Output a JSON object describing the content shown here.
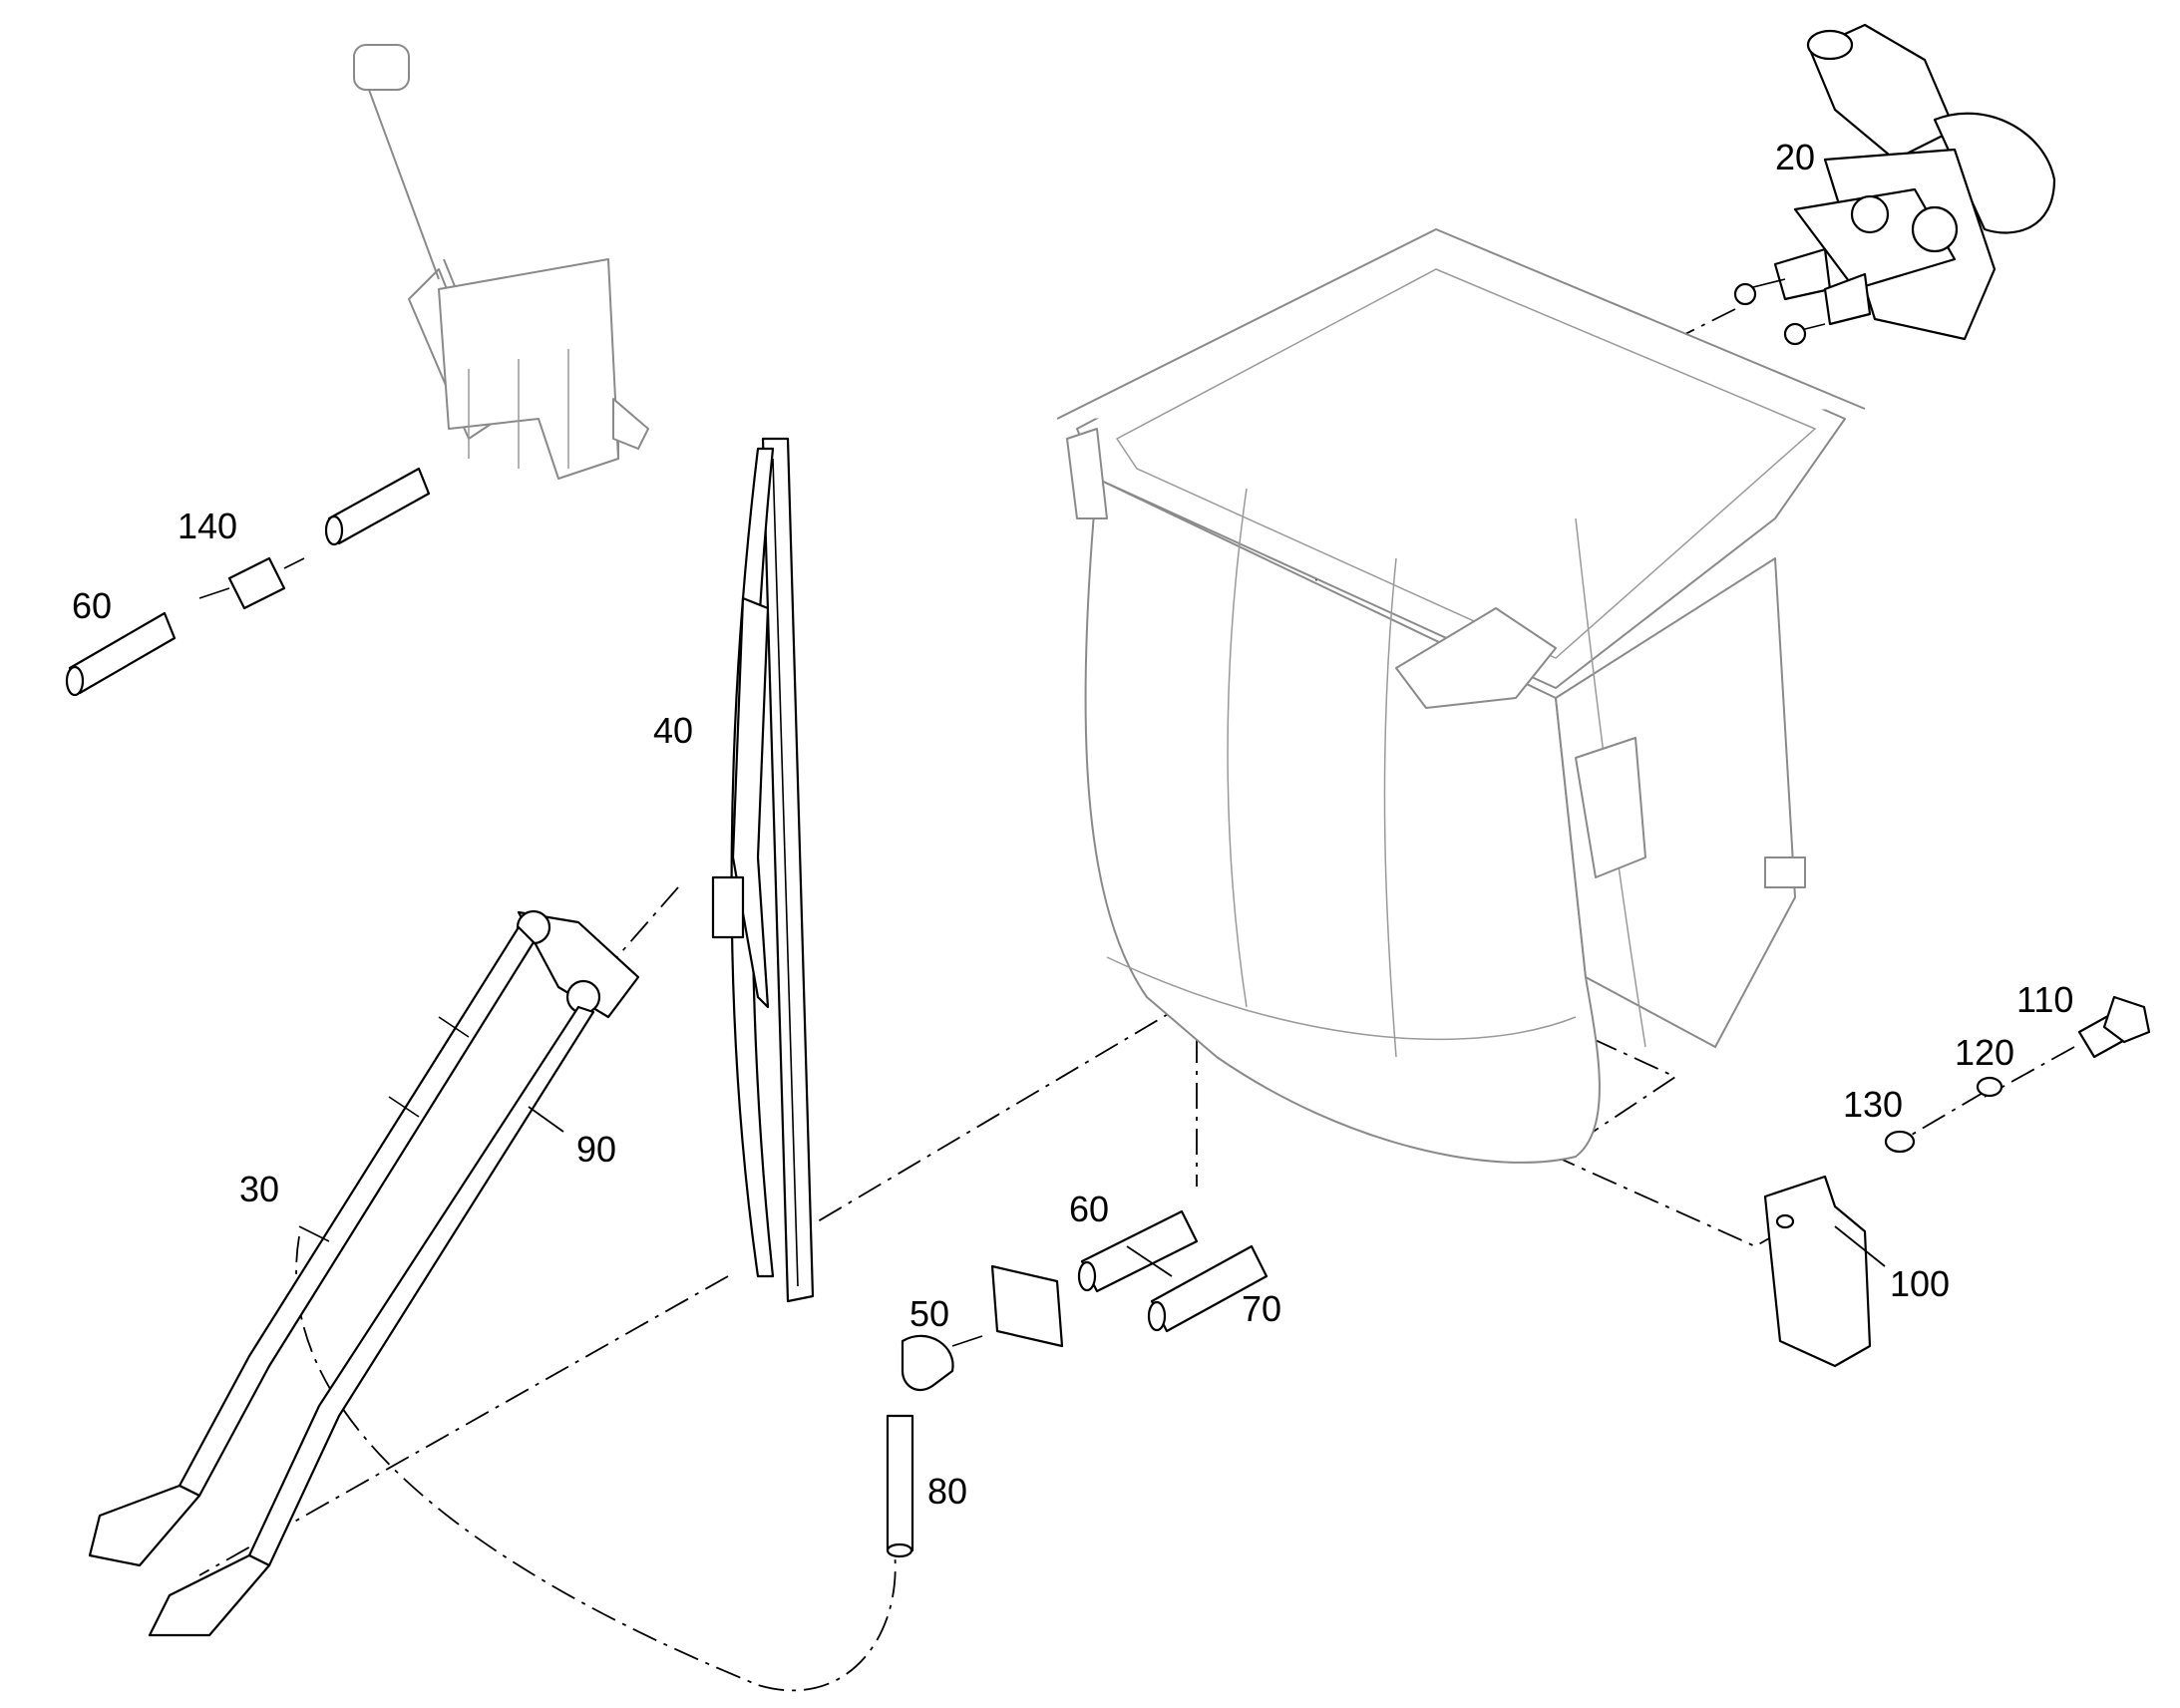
{
  "callouts": [
    {
      "id": "20",
      "text": "20"
    },
    {
      "id": "140",
      "text": "140"
    },
    {
      "id": "60a",
      "text": "60"
    },
    {
      "id": "40",
      "text": "40"
    },
    {
      "id": "90",
      "text": "90"
    },
    {
      "id": "30",
      "text": "30"
    },
    {
      "id": "60b",
      "text": "60"
    },
    {
      "id": "70",
      "text": "70"
    },
    {
      "id": "50",
      "text": "50"
    },
    {
      "id": "80",
      "text": "80"
    },
    {
      "id": "110",
      "text": "110"
    },
    {
      "id": "120",
      "text": "120"
    },
    {
      "id": "130",
      "text": "130"
    },
    {
      "id": "100",
      "text": "100"
    }
  ]
}
